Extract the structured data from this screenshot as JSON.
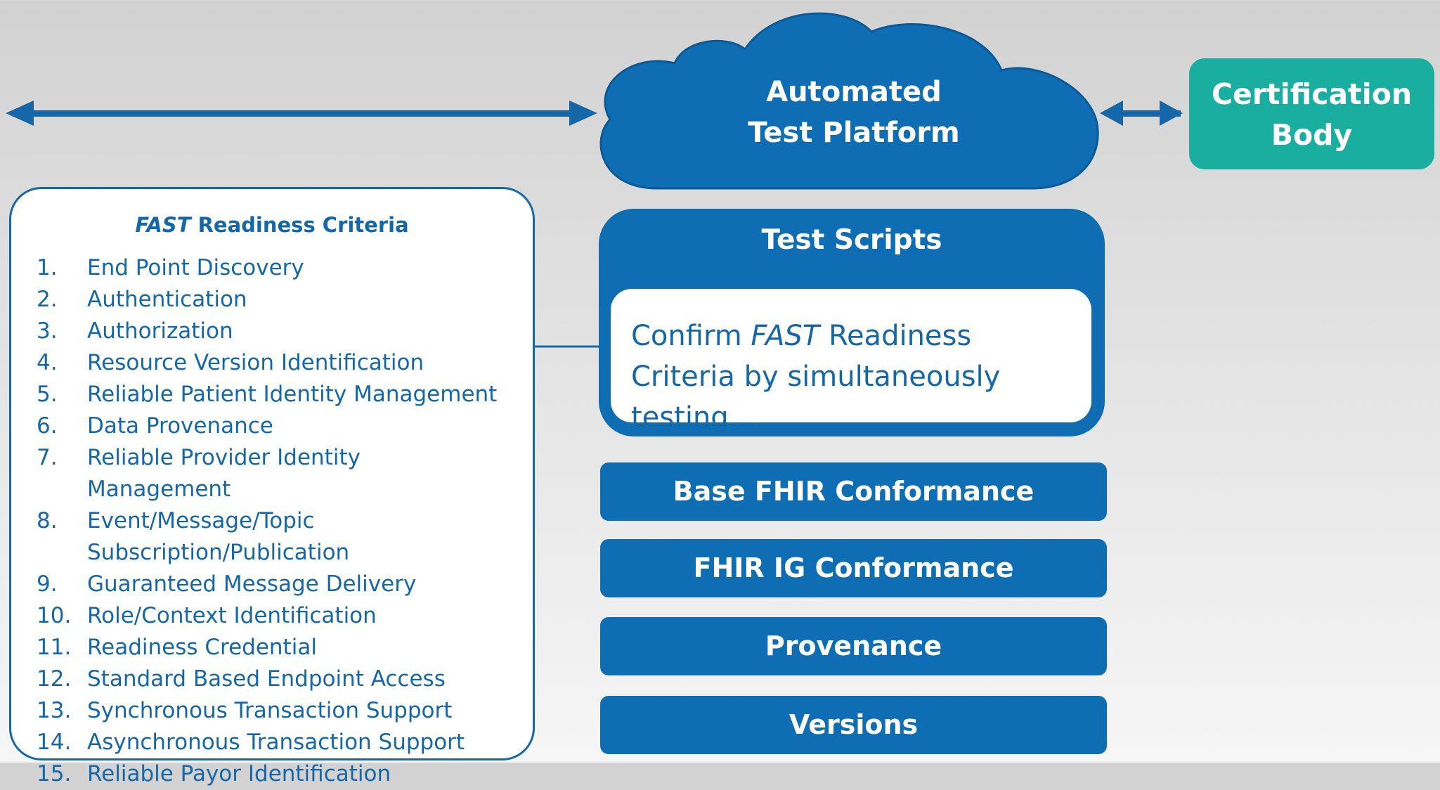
{
  "cloud": {
    "line1": "Automated",
    "line2": "Test Platform"
  },
  "certification": {
    "line1": "Certification",
    "line2": "Body"
  },
  "criteria": {
    "title_em": "FAST",
    "title_rest": " Readiness Criteria",
    "items": [
      {
        "num": "1.",
        "text": "End Point Discovery"
      },
      {
        "num": "2.",
        "text": "Authentication"
      },
      {
        "num": "3.",
        "text": "Authorization"
      },
      {
        "num": "4.",
        "text": "Resource Version Identification"
      },
      {
        "num": "5.",
        "text": "Reliable Patient Identity Management"
      },
      {
        "num": "6.",
        "text": "Data Provenance"
      },
      {
        "num": "7.",
        "text": "Reliable Provider Identity Management"
      },
      {
        "num": "8.",
        "text": "Event/Message/Topic Subscription/Publication"
      },
      {
        "num": "9.",
        "text": "Guaranteed Message Delivery"
      },
      {
        "num": "10.",
        "text": "Role/Context Identification"
      },
      {
        "num": "11.",
        "text": "Readiness Credential"
      },
      {
        "num": "12.",
        "text": "Standard Based Endpoint Access"
      },
      {
        "num": "13.",
        "text": "Synchronous Transaction Support"
      },
      {
        "num": "14.",
        "text": "Asynchronous Transaction Support"
      },
      {
        "num": "15.",
        "text": "Reliable Payor Identification"
      }
    ]
  },
  "test_scripts": {
    "title": "Test Scripts",
    "body_pre": "Confirm ",
    "body_em": "FAST",
    "body_post": " Readiness Criteria by simultaneously testing…"
  },
  "conformance": {
    "base": "Base FHIR Conformance",
    "ig": "FHIR IG Conformance",
    "provenance": "Provenance",
    "versions": "Versions"
  },
  "colors": {
    "primary_blue": "#0e6db3",
    "text_blue": "#1567a8",
    "teal": "#1aaea0"
  }
}
